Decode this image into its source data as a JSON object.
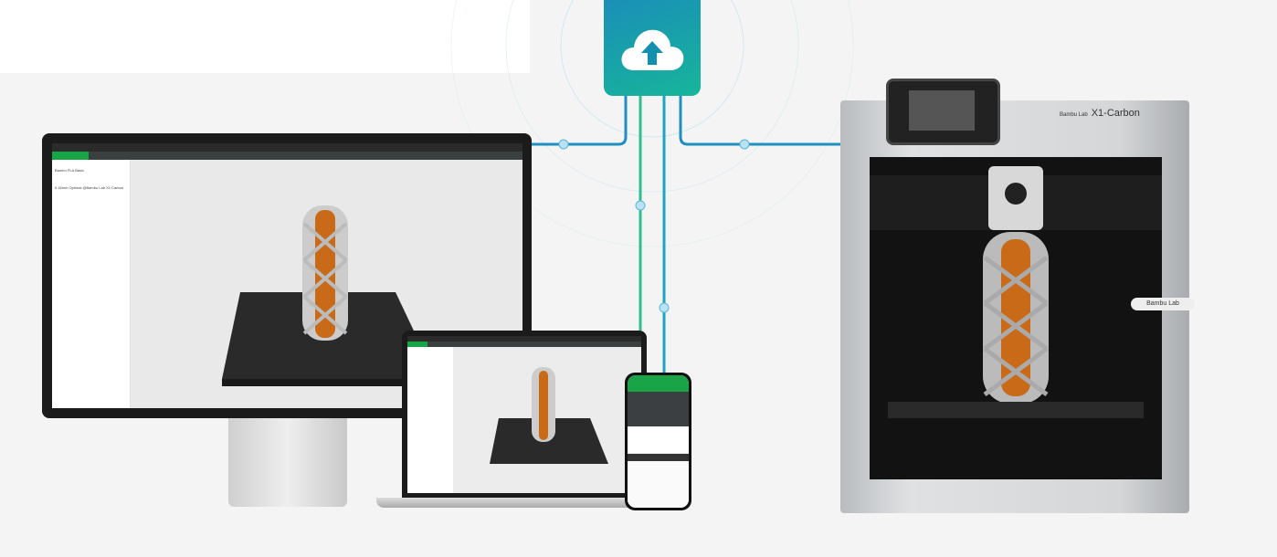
{
  "printer": {
    "model": "X1-Carbon",
    "brand_mark": "Bambu Lab",
    "side_tag": "Bambu Lab"
  },
  "slicer": {
    "filament": "Bambu PLA Basic",
    "process": "0.16mm Optimal @Bambu Lab X1 Carbon"
  },
  "cloud": {
    "icon": "cloud-upload-icon"
  },
  "colors": {
    "accent": "#19a547",
    "link": "#1a8fb8"
  }
}
